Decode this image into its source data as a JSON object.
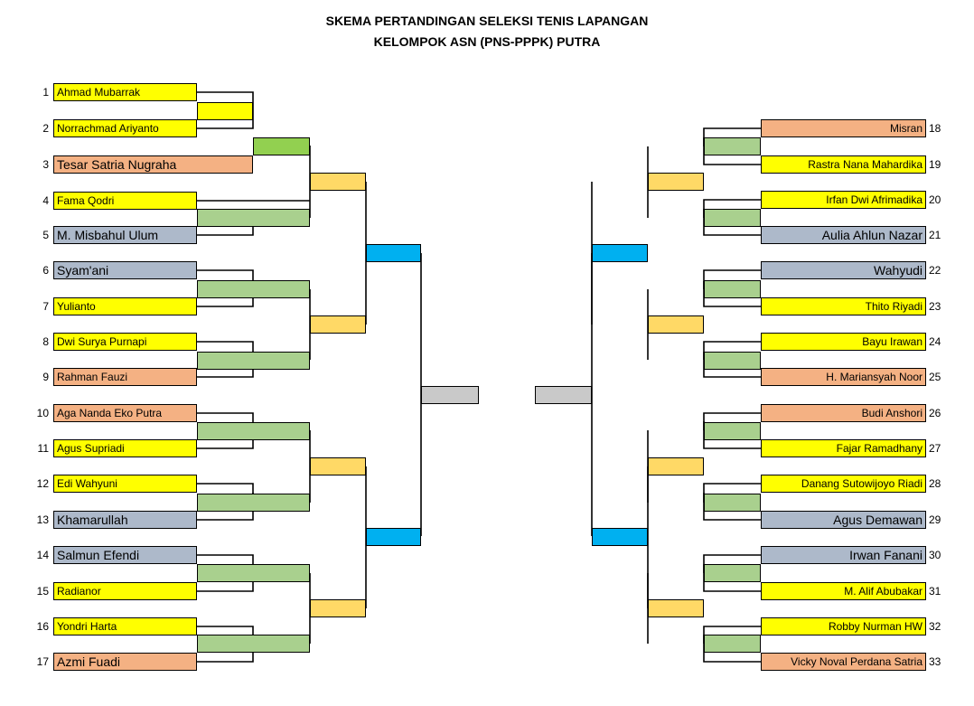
{
  "title_line1": "SKEMA PERTANDINGAN SELEKSI TENIS LAPANGAN",
  "title_line2": "KELOMPOK ASN (PNS-PPPK) PUTRA",
  "left_players": [
    {
      "no": "1",
      "name": "Ahmad Mubarrak",
      "color": "yellow"
    },
    {
      "no": "2",
      "name": "Norrachmad Ariyanto",
      "color": "yellow"
    },
    {
      "no": "3",
      "name": "Tesar Satria Nugraha",
      "color": "salmon"
    },
    {
      "no": "4",
      "name": "Fama Qodri",
      "color": "yellow"
    },
    {
      "no": "5",
      "name": "M. Misbahul Ulum",
      "color": "gray"
    },
    {
      "no": "6",
      "name": "Syam'ani",
      "color": "gray"
    },
    {
      "no": "7",
      "name": "Yulianto",
      "color": "yellow"
    },
    {
      "no": "8",
      "name": "Dwi Surya Purnapi",
      "color": "yellow"
    },
    {
      "no": "9",
      "name": "Rahman Fauzi",
      "color": "salmon"
    },
    {
      "no": "10",
      "name": "Aga Nanda Eko Putra",
      "color": "salmon"
    },
    {
      "no": "11",
      "name": "Agus Supriadi",
      "color": "yellow"
    },
    {
      "no": "12",
      "name": "Edi Wahyuni",
      "color": "yellow"
    },
    {
      "no": "13",
      "name": "Khamarullah",
      "color": "gray"
    },
    {
      "no": "14",
      "name": "Salmun Efendi",
      "color": "gray"
    },
    {
      "no": "15",
      "name": "Radianor",
      "color": "yellow"
    },
    {
      "no": "16",
      "name": "Yondri Harta",
      "color": "yellow"
    },
    {
      "no": "17",
      "name": "Azmi Fuadi",
      "color": "salmon"
    }
  ],
  "right_players": [
    {
      "no": "18",
      "name": "Misran",
      "color": "salmon"
    },
    {
      "no": "19",
      "name": "Rastra Nana Mahardika",
      "color": "yellow"
    },
    {
      "no": "20",
      "name": "Irfan Dwi Afrimadika",
      "color": "yellow"
    },
    {
      "no": "21",
      "name": "Aulia Ahlun Nazar",
      "color": "gray"
    },
    {
      "no": "22",
      "name": "Wahyudi",
      "color": "gray"
    },
    {
      "no": "23",
      "name": "Thito Riyadi",
      "color": "yellow"
    },
    {
      "no": "24",
      "name": "Bayu Irawan",
      "color": "yellow"
    },
    {
      "no": "25",
      "name": "H. Mariansyah Noor",
      "color": "salmon"
    },
    {
      "no": "26",
      "name": "Budi Anshori",
      "color": "salmon"
    },
    {
      "no": "27",
      "name": "Fajar Ramadhany",
      "color": "yellow"
    },
    {
      "no": "28",
      "name": "Danang Sutowijoyo Riadi",
      "color": "yellow"
    },
    {
      "no": "29",
      "name": "Agus Demawan",
      "color": "gray"
    },
    {
      "no": "30",
      "name": "Irwan Fanani",
      "color": "gray"
    },
    {
      "no": "31",
      "name": "M. Alif Abubakar",
      "color": "yellow"
    },
    {
      "no": "32",
      "name": "Robby Nurman HW",
      "color": "yellow"
    },
    {
      "no": "33",
      "name": "Vicky Noval Perdana Satria",
      "color": "salmon"
    }
  ]
}
